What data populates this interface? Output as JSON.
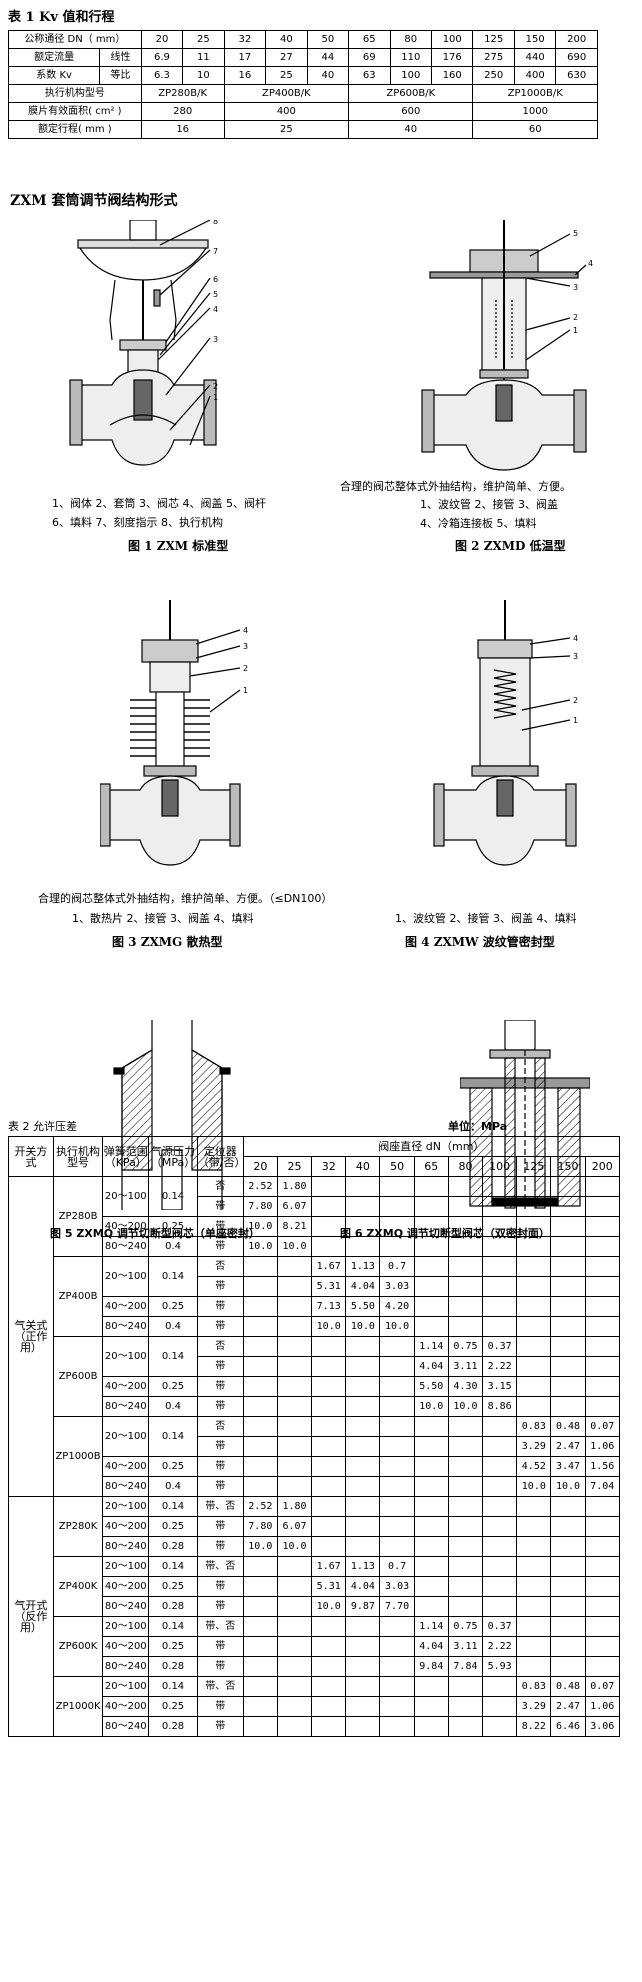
{
  "table1": {
    "title": "表 1  Kv 值和行程",
    "dn_label": "公称通径 DN（ mm）",
    "dn": [
      "20",
      "25",
      "32",
      "40",
      "50",
      "65",
      "80",
      "100",
      "125",
      "150",
      "200"
    ],
    "flow_label": "额定流量",
    "kv_label": "系数 Kv",
    "linear_label": "线性",
    "equal_label": "等比",
    "linear": [
      "6.9",
      "11",
      "17",
      "27",
      "44",
      "69",
      "110",
      "176",
      "275",
      "440",
      "690"
    ],
    "equal": [
      "6.3",
      "10",
      "16",
      "25",
      "40",
      "63",
      "100",
      "160",
      "250",
      "400",
      "630"
    ],
    "actuator_label": "执行机构型号",
    "actuators": [
      "ZP280B/K",
      "ZP400B/K",
      "ZP600B/K",
      "ZP1000B/K"
    ],
    "area_label": "膜片有效面积( cm² )",
    "areas": [
      "280",
      "400",
      "600",
      "1000"
    ],
    "stroke_label": "额定行程( mm )",
    "strokes": [
      "16",
      "25",
      "40",
      "60"
    ]
  },
  "section_title": "ZXM 套筒调节阀结构形式",
  "figures": {
    "fig1_legend_1": "1、阀体 2、套筒 3、阀芯 4、阀盖 5、阀杆",
    "fig1_legend_2": "6、填料 7、刻度指示 8、执行机构",
    "fig1_caption": "图 1  ZXM 标准型",
    "fig2_note": "合理的阀芯整体式外抽结构，维护简单、方便。",
    "fig2_legend_1": "1、波纹管 2、接管 3、阀盖",
    "fig2_legend_2": "4、冷箱连接板 5、填料",
    "fig2_caption": "图 2  ZXMD 低温型",
    "fig3_note": "合理的阀芯整体式外抽结构，维护简单、方便。（≤DN100）",
    "fig3_legend": "1、散热片 2、接管 3、阀盖 4、填料",
    "fig3_caption": "图 3 ZXMG 散热型",
    "fig4_legend": "1、波纹管 2、接管 3、阀盖 4、填料",
    "fig4_caption": "图 4  ZXMW 波纹管密封型",
    "fig5_caption": "图 5 ZXMQ 调节切断型阀芯（单座密封）",
    "fig6_caption": "图 6 ZXMQ 调节切断型阀芯（双密封面）",
    "callouts_fig1": [
      "8",
      "7",
      "6",
      "5",
      "4",
      "3",
      "2",
      "1"
    ],
    "callouts_fig2": [
      "5",
      "4",
      "3",
      "2",
      "1"
    ],
    "callouts_fig3": [
      "4",
      "3",
      "2",
      "1"
    ],
    "callouts_fig4": [
      "4",
      "3",
      "2",
      "1"
    ]
  },
  "table2": {
    "title": "表 2  允许压差",
    "unit": "单位：MPa",
    "h_mode": "开关方式",
    "h_actuator": "执行机构型号",
    "h_spring": "弹簧范围（KPa）",
    "h_supply": "气源压力（MPa）",
    "h_positioner": "定位器（带/否）",
    "h_seat": "阀座直径 dN（mm）",
    "seat_sizes": [
      "20",
      "25",
      "32",
      "40",
      "50",
      "65",
      "80",
      "100",
      "125",
      "150",
      "200"
    ],
    "mode_close": "气关式（正作用）",
    "mode_open": "气开式（反作用）",
    "groups": [
      {
        "model": "ZP280B",
        "col": 0,
        "rows": [
          {
            "spring": "20～100",
            "supply": "0.14",
            "pos": "否",
            "vals": [
              "2.52",
              "1.80"
            ]
          },
          {
            "spring": "",
            "supply": "",
            "pos": "带",
            "vals": [
              "7.80",
              "6.07"
            ]
          },
          {
            "spring": "40～200",
            "supply": "0.25",
            "pos": "带",
            "vals": [
              "10.0",
              "8.21"
            ]
          },
          {
            "spring": "80～240",
            "supply": "0.4",
            "pos": "带",
            "vals": [
              "10.0",
              "10.0"
            ]
          }
        ]
      },
      {
        "model": "ZP400B",
        "col": 2,
        "rows": [
          {
            "spring": "20～100",
            "supply": "0.14",
            "pos": "否",
            "vals": [
              "1.67",
              "1.13",
              "0.7"
            ]
          },
          {
            "spring": "",
            "supply": "",
            "pos": "带",
            "vals": [
              "5.31",
              "4.04",
              "3.03"
            ]
          },
          {
            "spring": "40～200",
            "supply": "0.25",
            "pos": "带",
            "vals": [
              "7.13",
              "5.50",
              "4.20"
            ]
          },
          {
            "spring": "80～240",
            "supply": "0.4",
            "pos": "带",
            "vals": [
              "10.0",
              "10.0",
              "10.0"
            ]
          }
        ]
      },
      {
        "model": "ZP600B",
        "col": 5,
        "rows": [
          {
            "spring": "20～100",
            "supply": "0.14",
            "pos": "否",
            "vals": [
              "1.14",
              "0.75",
              "0.37"
            ]
          },
          {
            "spring": "",
            "supply": "",
            "pos": "带",
            "vals": [
              "4.04",
              "3.11",
              "2.22"
            ]
          },
          {
            "spring": "40～200",
            "supply": "0.25",
            "pos": "带",
            "vals": [
              "5.50",
              "4.30",
              "3.15"
            ]
          },
          {
            "spring": "80～240",
            "supply": "0.4",
            "pos": "带",
            "vals": [
              "10.0",
              "10.0",
              "8.86"
            ]
          }
        ]
      },
      {
        "model": "ZP1000B",
        "col": 8,
        "rows": [
          {
            "spring": "20～100",
            "supply": "0.14",
            "pos": "否",
            "vals": [
              "0.83",
              "0.48",
              "0.07"
            ]
          },
          {
            "spring": "",
            "supply": "",
            "pos": "带",
            "vals": [
              "3.29",
              "2.47",
              "1.06"
            ]
          },
          {
            "spring": "40～200",
            "supply": "0.25",
            "pos": "带",
            "vals": [
              "4.52",
              "3.47",
              "1.56"
            ]
          },
          {
            "spring": "80～240",
            "supply": "0.4",
            "pos": "带",
            "vals": [
              "10.0",
              "10.0",
              "7.04"
            ]
          }
        ]
      },
      {
        "model": "ZP280K",
        "col": 0,
        "rows": [
          {
            "spring": "20～100",
            "supply": "0.14",
            "pos": "带、否",
            "vals": [
              "2.52",
              "1.80"
            ]
          },
          {
            "spring": "40～200",
            "supply": "0.25",
            "pos": "带",
            "vals": [
              "7.80",
              "6.07"
            ]
          },
          {
            "spring": "80～240",
            "supply": "0.28",
            "pos": "带",
            "vals": [
              "10.0",
              "10.0"
            ]
          }
        ]
      },
      {
        "model": "ZP400K",
        "col": 2,
        "rows": [
          {
            "spring": "20～100",
            "supply": "0.14",
            "pos": "带、否",
            "vals": [
              "1.67",
              "1.13",
              "0.7"
            ]
          },
          {
            "spring": "40～200",
            "supply": "0.25",
            "pos": "带",
            "vals": [
              "5.31",
              "4.04",
              "3.03"
            ]
          },
          {
            "spring": "80～240",
            "supply": "0.28",
            "pos": "带",
            "vals": [
              "10.0",
              "9.87",
              "7.70"
            ]
          }
        ]
      },
      {
        "model": "ZP600K",
        "col": 5,
        "rows": [
          {
            "spring": "20～100",
            "supply": "0.14",
            "pos": "带、否",
            "vals": [
              "1.14",
              "0.75",
              "0.37"
            ]
          },
          {
            "spring": "40～200",
            "supply": "0.25",
            "pos": "带",
            "vals": [
              "4.04",
              "3.11",
              "2.22"
            ]
          },
          {
            "spring": "80～240",
            "supply": "0.28",
            "pos": "带",
            "vals": [
              "9.84",
              "7.84",
              "5.93"
            ]
          }
        ]
      },
      {
        "model": "ZP1000K",
        "col": 8,
        "rows": [
          {
            "spring": "20～100",
            "supply": "0.14",
            "pos": "带、否",
            "vals": [
              "0.83",
              "0.48",
              "0.07"
            ]
          },
          {
            "spring": "40～200",
            "supply": "0.25",
            "pos": "带",
            "vals": [
              "3.29",
              "2.47",
              "1.06"
            ]
          },
          {
            "spring": "80～240",
            "supply": "0.28",
            "pos": "带",
            "vals": [
              "8.22",
              "6.46",
              "3.06"
            ]
          }
        ]
      }
    ]
  }
}
